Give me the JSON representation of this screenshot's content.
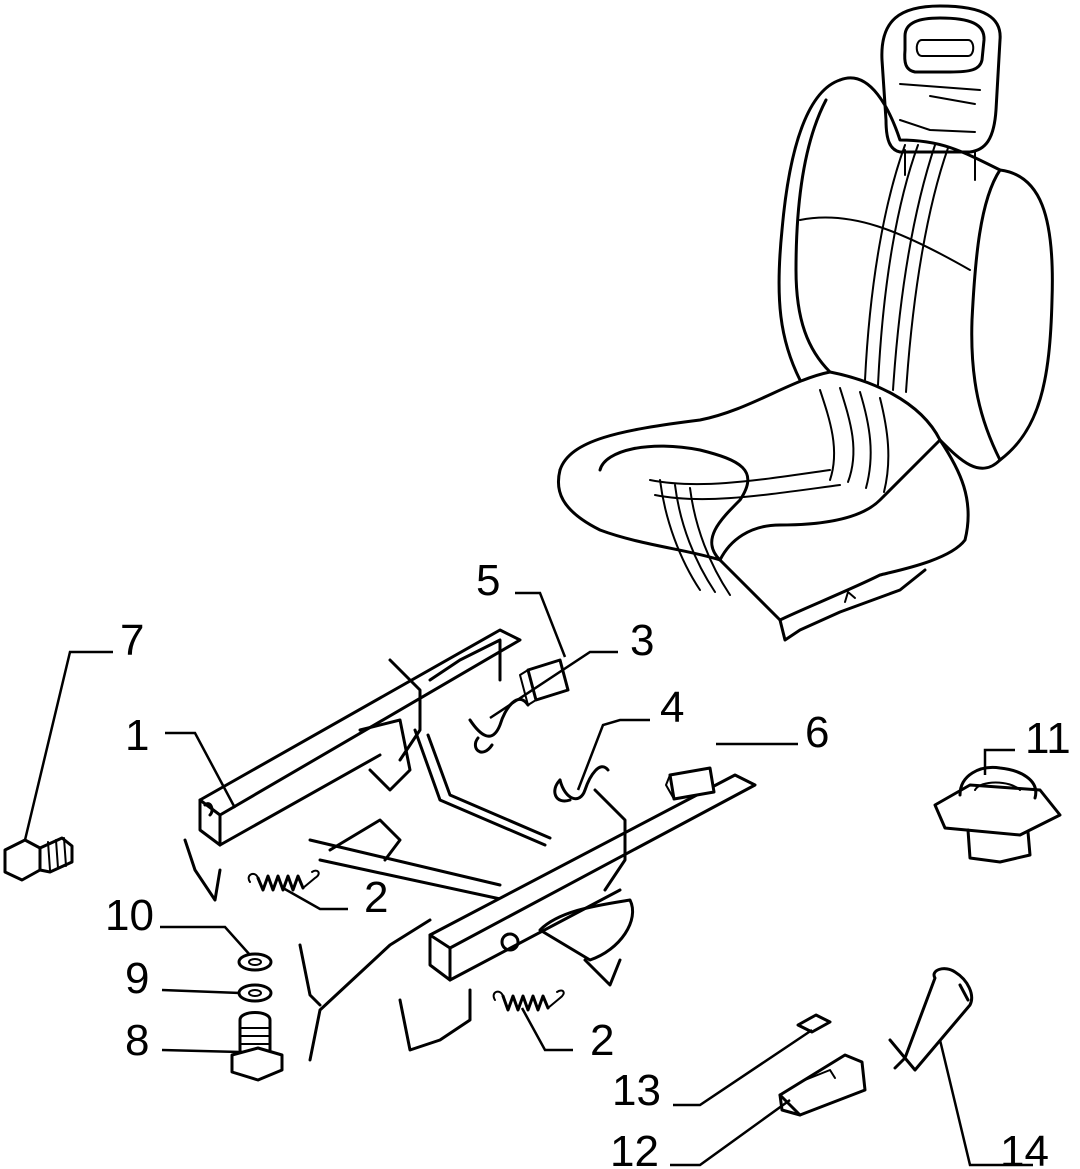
{
  "callouts": [
    {
      "id": "c1",
      "label": "1"
    },
    {
      "id": "c2a",
      "label": "2"
    },
    {
      "id": "c2b",
      "label": "2"
    },
    {
      "id": "c3",
      "label": "3"
    },
    {
      "id": "c4",
      "label": "4"
    },
    {
      "id": "c5",
      "label": "5"
    },
    {
      "id": "c6",
      "label": "6"
    },
    {
      "id": "c7",
      "label": "7"
    },
    {
      "id": "c8",
      "label": "8"
    },
    {
      "id": "c9",
      "label": "9"
    },
    {
      "id": "c10",
      "label": "10"
    },
    {
      "id": "c11",
      "label": "11"
    },
    {
      "id": "c12",
      "label": "12"
    },
    {
      "id": "c13",
      "label": "13"
    },
    {
      "id": "c14",
      "label": "14"
    }
  ]
}
